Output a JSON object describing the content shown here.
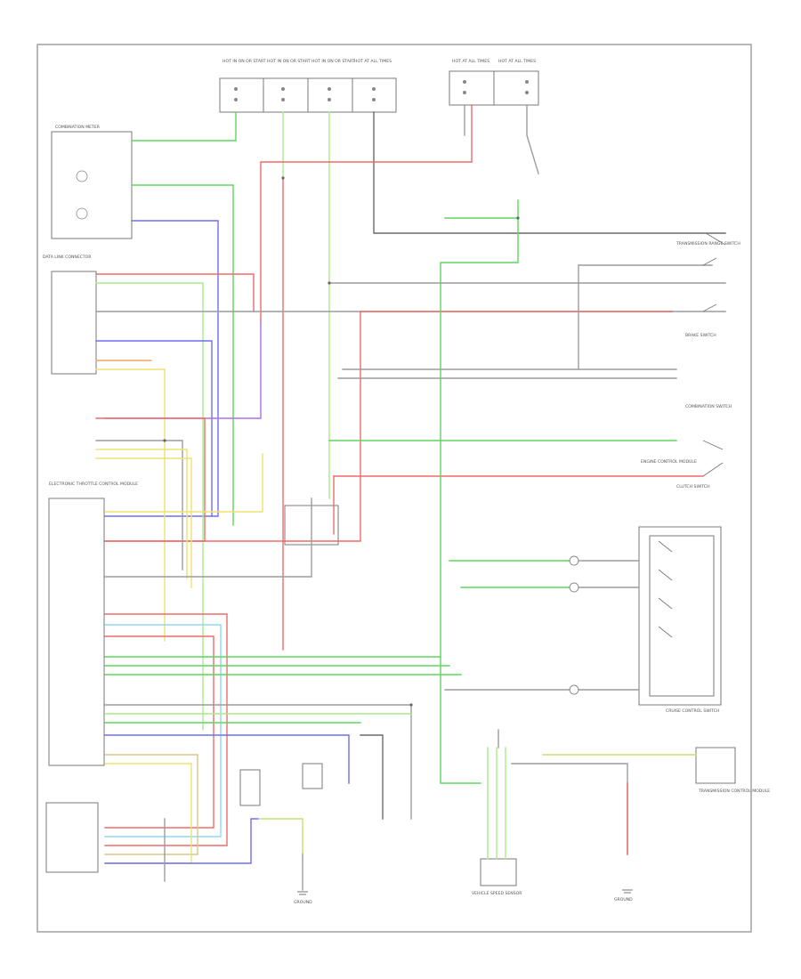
{
  "colors": {
    "green": "#5ed65e",
    "lightgreen": "#a8ea8a",
    "red": "#ee6b6b",
    "pink": "#f4a0a0",
    "blue": "#6f6ff0",
    "lightblue": "#8fd8f0",
    "orange": "#f0a860",
    "yellow": "#efe070",
    "tan": "#d8c58a",
    "gray": "#9c9c9c",
    "darkgray": "#6a6a6a",
    "violet": "#b070e0",
    "yellowgreen": "#c4e070"
  },
  "labels": {
    "combination_meter": "COMBINATION METER",
    "data_link_connector": "DATA LINK CONNECTOR",
    "electronic_throttle_control_module": "ELECTRONIC THROTTLE CONTROL MODULE",
    "cruise_control_switch": "CRUISE CONTROL SWITCH",
    "transmission_control_module": "TRANSMISSION CONTROL MODULE",
    "transmission_range_switch": "TRANSMISSION RANGE SWITCH",
    "brake_switch": "BRAKE SWITCH",
    "clutch_switch": "CLUTCH SWITCH",
    "combination_switch": "COMBINATION SWITCH",
    "vehicle_speed_sensor": "VEHICLE SPEED SENSOR",
    "engine_control_module": "ENGINE CONTROL MODULE",
    "ground": "GROUND",
    "fuse_1": "HOT IN ON OR START",
    "fuse_2": "HOT IN ON OR START",
    "fuse_3": "HOT IN ON OR START",
    "fuse_4": "HOT AT ALL TIMES",
    "fuse_5": "HOT AT ALL TIMES",
    "fuse_6": "HOT AT ALL TIMES",
    "footer_code": ""
  }
}
